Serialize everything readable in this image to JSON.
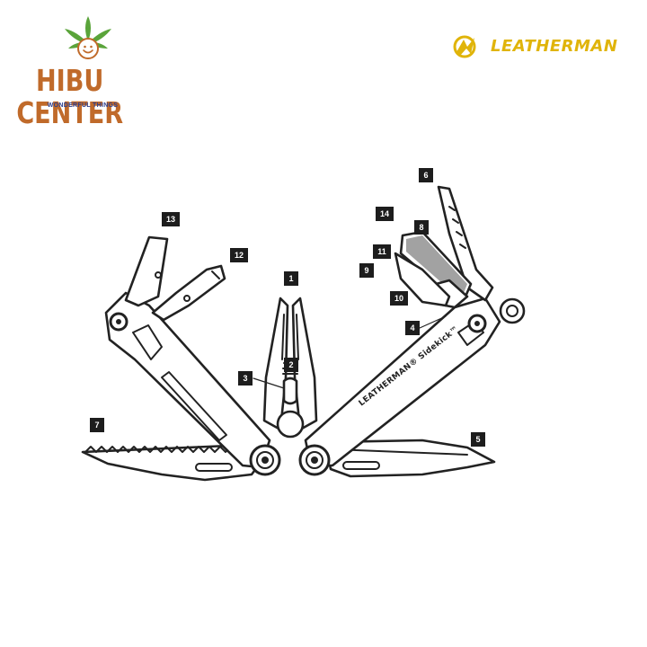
{
  "brand_left": {
    "title": "HIBU CENTER",
    "tagline": "WONDERFUL THINGS",
    "leaf_color": "#5aa43a",
    "title_color": "#c06a2a",
    "tagline_color": "#2c3e8f"
  },
  "brand_right": {
    "name": "LEATHERMAN",
    "color": "#e0b40a"
  },
  "tool": {
    "handle_etching": "LEATHERMAN® Sidekick™"
  },
  "callouts": [
    "1",
    "2",
    "3",
    "4",
    "5",
    "6",
    "7",
    "8",
    "9",
    "10",
    "11",
    "12",
    "13",
    "14"
  ]
}
